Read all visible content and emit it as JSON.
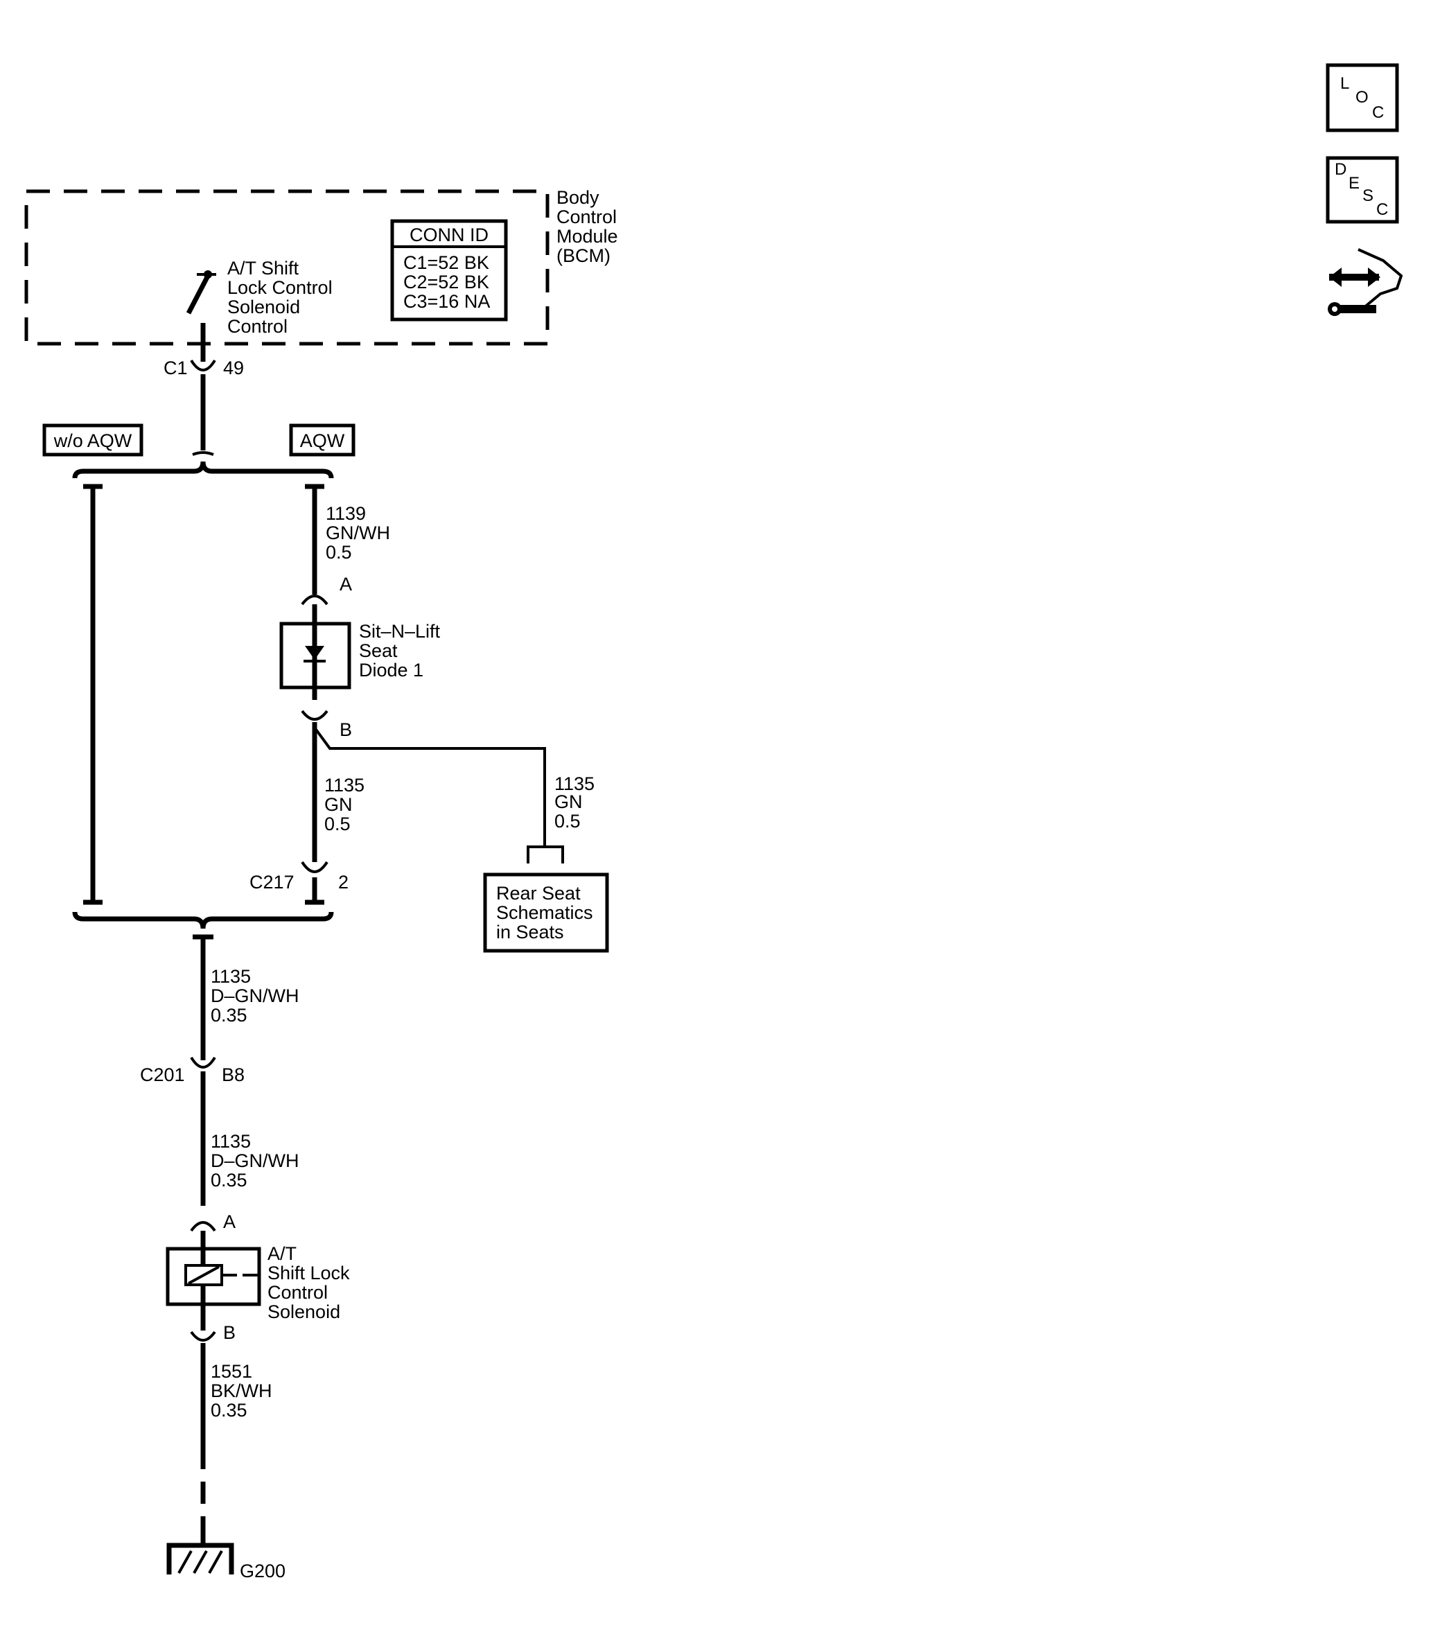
{
  "bcm": {
    "name_lines": [
      "Body",
      "Control",
      "Module",
      "(BCM)"
    ],
    "switch_label_lines": [
      "A/T Shift",
      "Lock Control",
      "Solenoid",
      "Control"
    ],
    "conn_id": {
      "title": "CONN ID",
      "lines": [
        "C1=52 BK",
        "C2=52 BK",
        "C3=16 NA"
      ]
    }
  },
  "connector_c1": {
    "name": "C1",
    "pin": "49"
  },
  "options": {
    "without_aqw": "w/o AQW",
    "with_aqw": "AQW"
  },
  "wire_1139": [
    "1139",
    "GN/WH",
    "0.5"
  ],
  "diode": {
    "pin_top": "A",
    "pin_bottom": "B",
    "label_lines": [
      "Sit–N–Lift",
      "Seat",
      "Diode 1"
    ]
  },
  "wire_1135_seat": [
    "1135",
    "GN",
    "0.5"
  ],
  "wire_1135_rear": [
    "1135",
    "GN",
    "0.5"
  ],
  "rear_seat_box": [
    "Rear Seat",
    "Schematics",
    "in Seats"
  ],
  "connector_c217": {
    "name": "C217",
    "pin": "2"
  },
  "wire_1135_a": [
    "1135",
    "D–GN/WH",
    "0.35"
  ],
  "connector_c201": {
    "name": "C201",
    "pin": "B8"
  },
  "wire_1135_b": [
    "1135",
    "D–GN/WH",
    "0.35"
  ],
  "solenoid": {
    "pin_top": "A",
    "pin_bottom": "B",
    "label_lines": [
      "A/T",
      "Shift Lock",
      "Control",
      "Solenoid"
    ]
  },
  "wire_1551": [
    "1551",
    "BK/WH",
    "0.35"
  ],
  "ground": {
    "name": "G200"
  },
  "side_icons": {
    "loc": {
      "letters": [
        "L",
        "O",
        "C"
      ],
      "icon": "location-icon"
    },
    "desc": {
      "letters": [
        "D",
        "E",
        "S",
        "C"
      ],
      "icon": "description-icon"
    },
    "connector_end_view": {
      "icon": "connector-end-view-icon"
    }
  }
}
